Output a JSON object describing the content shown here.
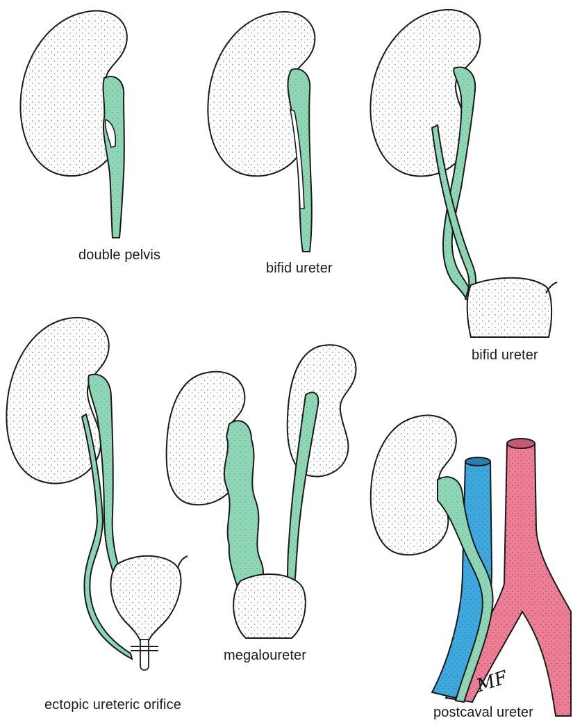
{
  "colors": {
    "ureter": "#8fd6b6",
    "vena_cava": "#3fa8de",
    "aorta": "#ec7e96",
    "outline": "#1a1a1a",
    "organ_fill": "#ffffff"
  },
  "panels": [
    {
      "id": "double-pelvis",
      "label": "double pelvis"
    },
    {
      "id": "bifid-ureter-1",
      "label": "bifid ureter"
    },
    {
      "id": "bifid-ureter-2",
      "label": "bifid ureter"
    },
    {
      "id": "ectopic-ureteric-orifice",
      "label": "ectopic ureteric orifice"
    },
    {
      "id": "megaloureter",
      "label": "megaloureter"
    },
    {
      "id": "postcaval-ureter",
      "label": "postcaval ureter"
    }
  ],
  "signature": "MF"
}
